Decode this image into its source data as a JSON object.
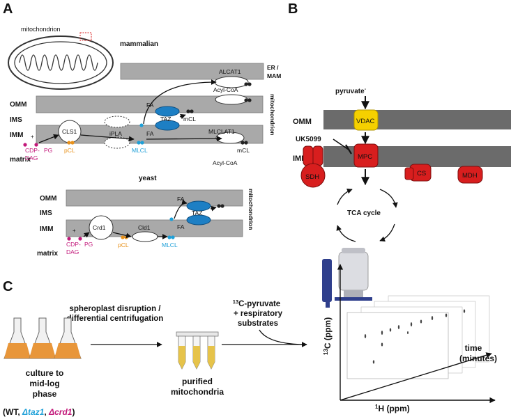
{
  "panels": {
    "a": "A",
    "b": "B",
    "c": "C"
  },
  "panelA": {
    "mitochondrion_label": "mitochondrion",
    "mammalian_title": "mammalian",
    "yeast_title": "yeast",
    "layers": {
      "omm": "OMM",
      "ims": "IMS",
      "imm": "IMM",
      "matrix": "matrix"
    },
    "er_mam": [
      "ER /",
      "MAM"
    ],
    "side_label": "mitochondrion",
    "enzymes": {
      "alcat1": "ALCAT1",
      "acyl_coa": "Acyl-CoA",
      "fa": "FA",
      "taz": "TAZ",
      "mlclat1": "MLCLAT1",
      "cls1": "CLS1",
      "ipla": "iPLA",
      "crd1": "Crd1",
      "cld1": "Cld1"
    },
    "lipids": {
      "cdp": "CDP-",
      "dag": "DAG",
      "pg": "PG",
      "pcl": "pCL",
      "mlcl": "MLCL",
      "mcl": "mCL"
    },
    "plus": "+"
  },
  "panelB": {
    "pyruvate": "pyruvate",
    "pyruvate_sup": "-",
    "omm": "OMM",
    "imm": "IMM",
    "vdac": "VDAC",
    "uk5099": "UK5099",
    "mpc": "MPC",
    "sdh": "SDH",
    "cs": "CS",
    "mdh": "MDH",
    "tca": "TCA cycle"
  },
  "panelC": {
    "step1": [
      "spheroplast disruption /",
      "differential centrifugation"
    ],
    "step2_sup": "13",
    "step2": [
      "C-pyruvate",
      "+ respiratory",
      "substrates"
    ],
    "culture": [
      "culture to",
      "mid-log",
      "phase"
    ],
    "strains": {
      "open": "(WT, ",
      "taz1": "Δtaz1",
      "sep": ", ",
      "crd1": "Δcrd1",
      "close": ")"
    },
    "purified": [
      "purified",
      "mitochondria"
    ],
    "time": [
      "time",
      "(minutes)"
    ],
    "y_axis_sup": "13",
    "y_axis": "C (ppm)",
    "x_axis_sup": "1",
    "x_axis": "H (ppm)"
  },
  "colors": {
    "magenta": "#c2187a",
    "orange": "#e8911a",
    "cyan": "#1ea0d8",
    "blue_enzyme": "#1d7fc4",
    "red_protein": "#d81e1e",
    "vdac": "#f5d000"
  }
}
